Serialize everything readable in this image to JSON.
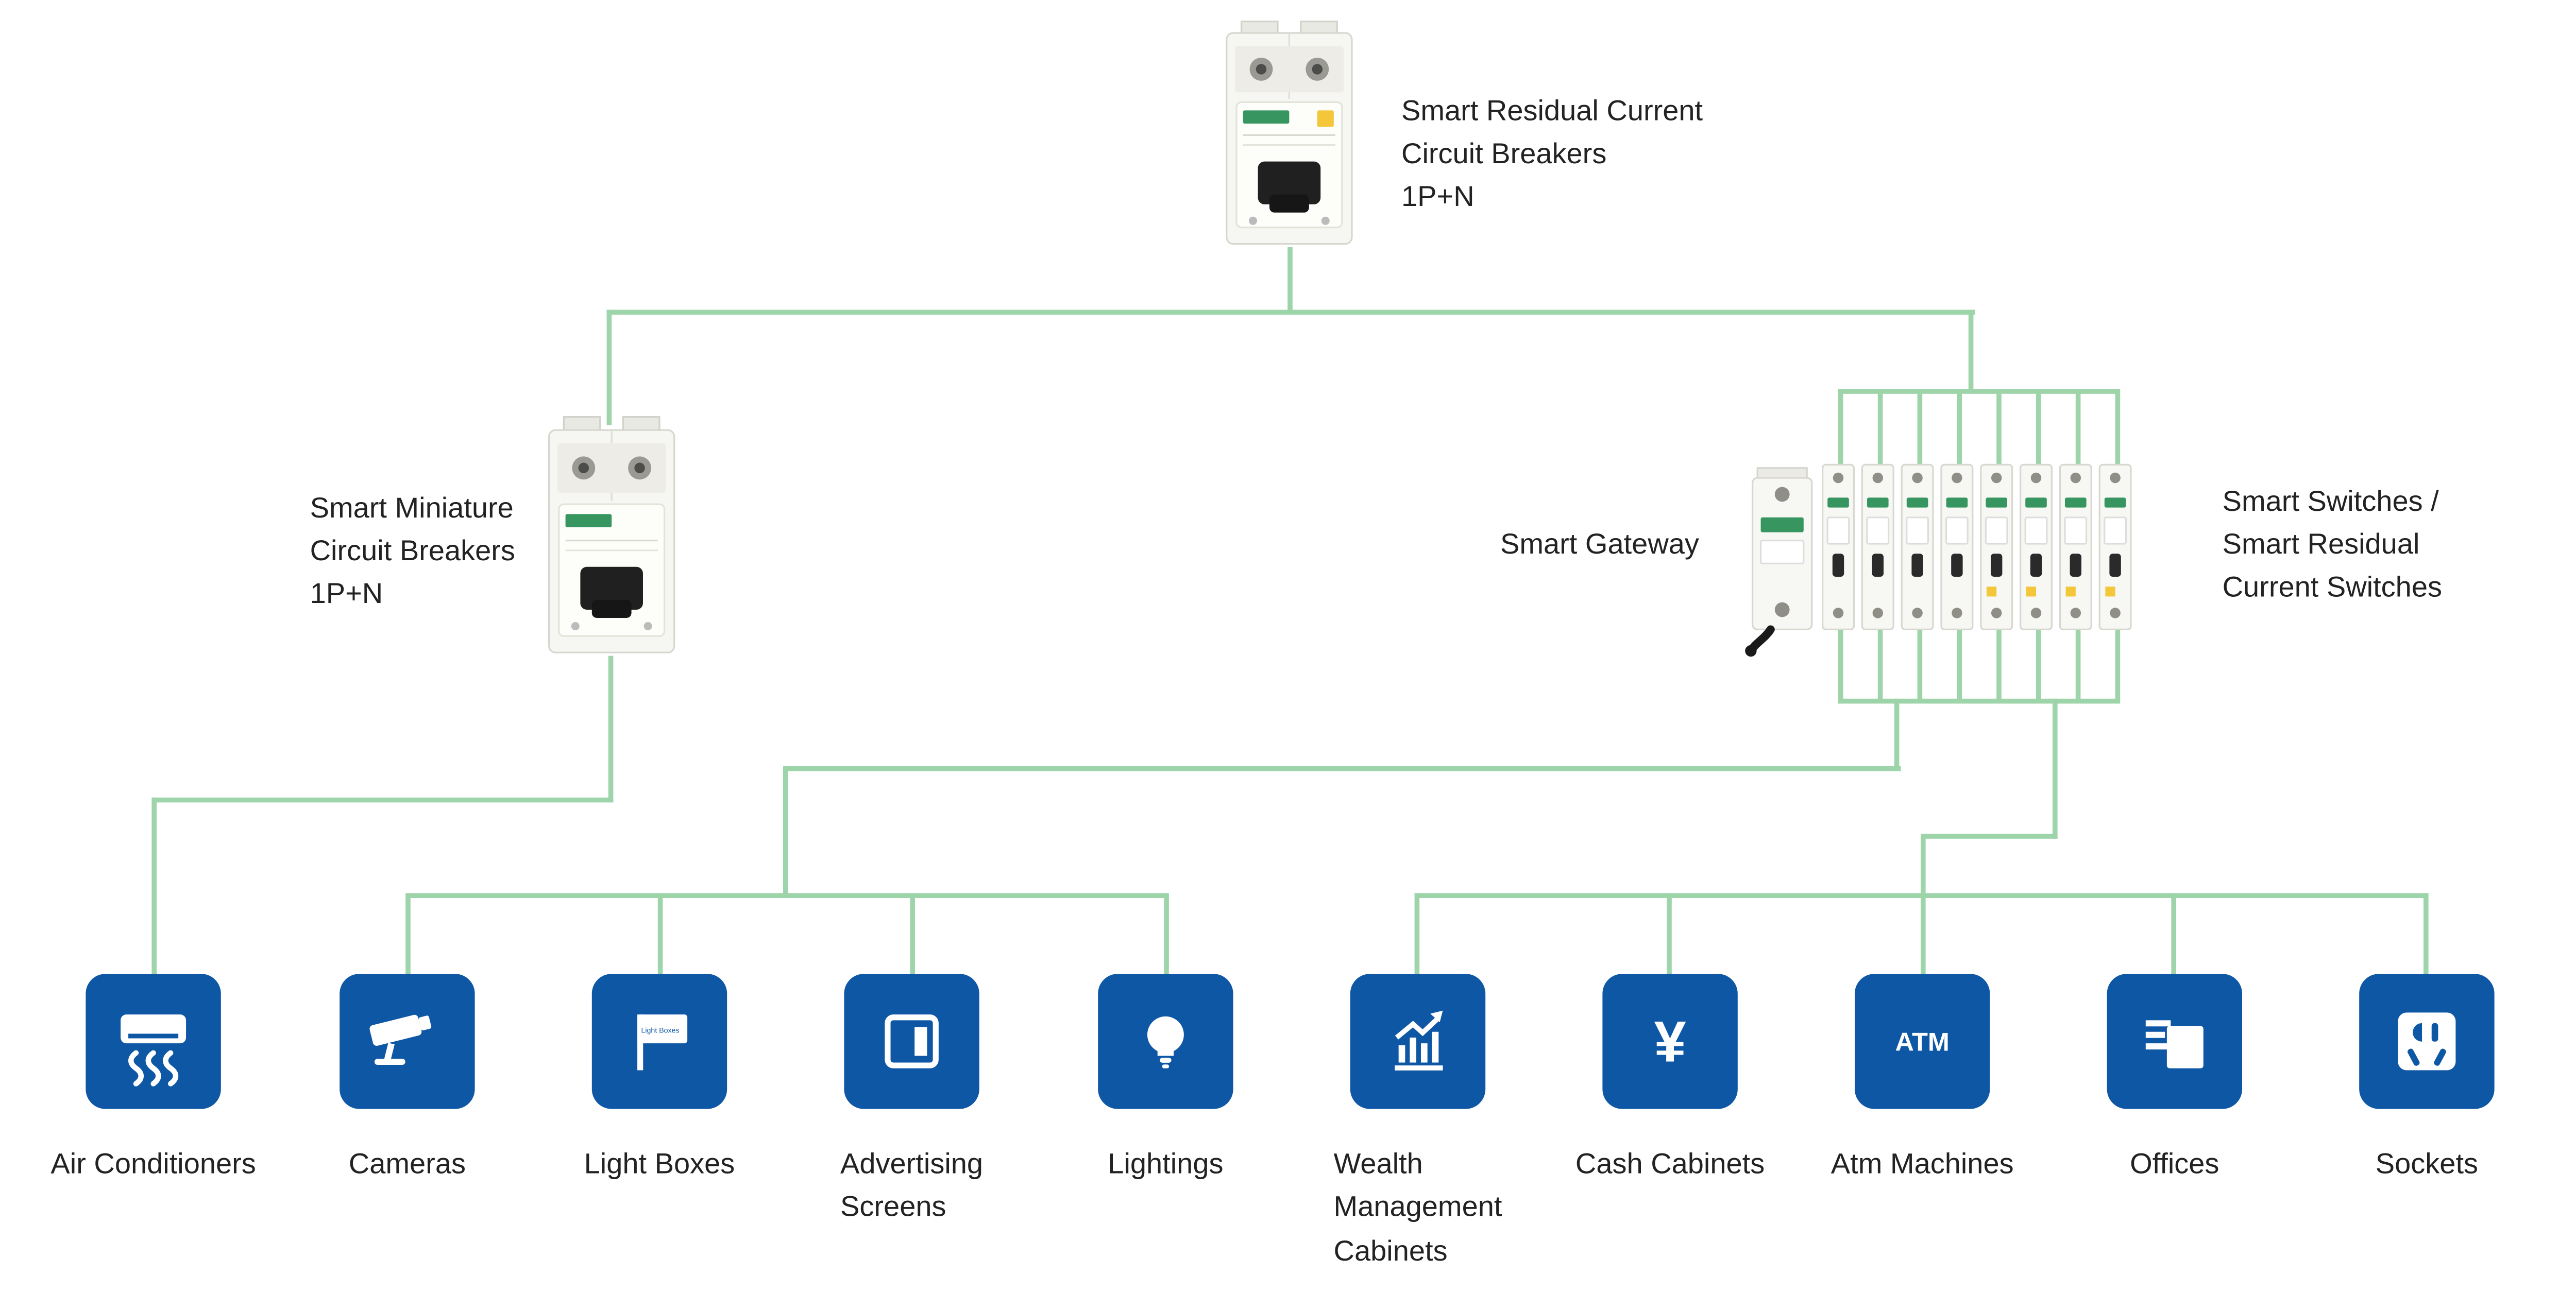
{
  "colors": {
    "line": "#9ED4A9",
    "icon_bg": "#0E57A5",
    "icon_fg": "#FFFFFF",
    "text": "#222222"
  },
  "products": {
    "rcbo": {
      "label": "Smart Residual Current\nCircuit Breakers\n1P+N"
    },
    "mcb": {
      "label": "Smart Miniature\nCircuit Breakers\n1P+N"
    },
    "gateway": {
      "label": "Smart Gateway"
    },
    "switches": {
      "label": "Smart Switches /\nSmart Residual\nCurrent Switches"
    }
  },
  "devices": [
    {
      "id": "air-conditioners",
      "icon": "air-conditioner-icon",
      "label": "Air Conditioners"
    },
    {
      "id": "cameras",
      "icon": "camera-icon",
      "label": "Cameras"
    },
    {
      "id": "light-boxes",
      "icon": "light-box-icon",
      "label": "Light Boxes"
    },
    {
      "id": "advertising-screens",
      "icon": "advertising-screen-icon",
      "label": "Advertising\nScreens"
    },
    {
      "id": "lightings",
      "icon": "light-bulb-icon",
      "label": "Lightings"
    },
    {
      "id": "wealth-management-cabinets",
      "icon": "bar-chart-icon",
      "label": "Wealth\nManagement\nCabinets"
    },
    {
      "id": "cash-cabinets",
      "icon": "yen-icon",
      "label": "Cash Cabinets"
    },
    {
      "id": "atm-machines",
      "icon": "atm-icon",
      "label": "Atm Machines"
    },
    {
      "id": "offices",
      "icon": "document-icon",
      "label": "Offices"
    },
    {
      "id": "sockets",
      "icon": "socket-icon",
      "label": "Sockets"
    }
  ],
  "icon_texts": {
    "light_box": "Light Boxes",
    "atm": "ATM",
    "cash": "¥"
  }
}
